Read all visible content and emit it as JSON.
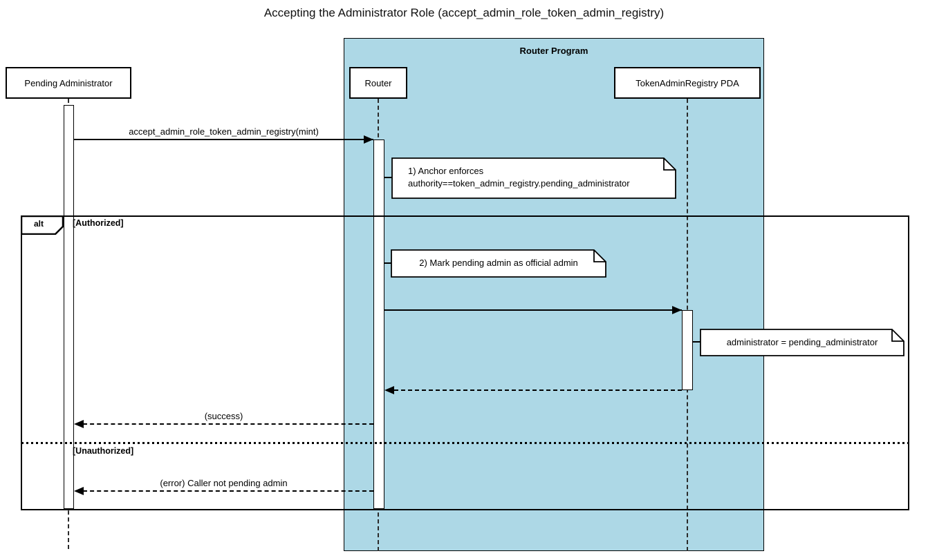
{
  "title": "Accepting the Administrator Role (accept_admin_role_token_admin_registry)",
  "colors": {
    "container_fill": "#ADD8E6",
    "line": "#000000",
    "background": "#FFFFFF"
  },
  "container": {
    "label": "Router Program"
  },
  "participants": [
    {
      "id": "pending-admin",
      "label": "Pending Administrator"
    },
    {
      "id": "router",
      "label": "Router"
    },
    {
      "id": "registry-pda",
      "label": "TokenAdminRegistry PDA"
    }
  ],
  "alt_frame": {
    "operator": "alt",
    "guards": [
      "[Authorized]",
      "[Unauthorized]"
    ]
  },
  "messages": [
    {
      "label": "accept_admin_role_token_admin_registry(mint)",
      "from": "Pending Administrator",
      "to": "Router",
      "style": "solid"
    },
    {
      "label": "",
      "from": "Router",
      "to": "TokenAdminRegistry PDA",
      "style": "solid"
    },
    {
      "label": "",
      "from": "TokenAdminRegistry PDA",
      "to": "Router",
      "style": "dashed"
    },
    {
      "label": "(success)",
      "from": "Router",
      "to": "Pending Administrator",
      "style": "dashed"
    },
    {
      "label": "(error) Caller not pending admin",
      "from": "Router",
      "to": "Pending Administrator",
      "style": "dashed"
    }
  ],
  "notes": [
    {
      "attached_to": "Router",
      "lines": [
        "1) Anchor enforces",
        "authority==token_admin_registry.pending_administrator"
      ]
    },
    {
      "attached_to": "Router",
      "lines": [
        "2) Mark pending admin as official admin"
      ]
    },
    {
      "attached_to": "TokenAdminRegistry PDA",
      "lines": [
        "administrator = pending_administrator"
      ]
    }
  ]
}
